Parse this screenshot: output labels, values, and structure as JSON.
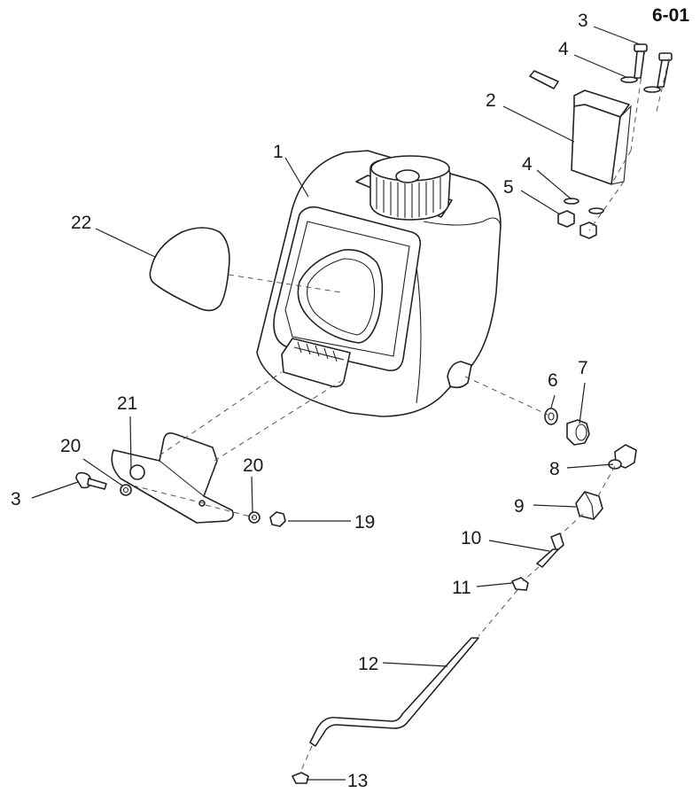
{
  "page_code": "6-01",
  "labels": {
    "l1": "1",
    "l2": "2",
    "l3a": "3",
    "l3b": "3",
    "l4a": "4",
    "l4b": "4",
    "l5": "5",
    "l6": "6",
    "l7": "7",
    "l8": "8",
    "l9": "9",
    "l10": "10",
    "l11": "11",
    "l12": "12",
    "l13": "13",
    "l19": "19",
    "l20a": "20",
    "l20b": "20",
    "l21": "21",
    "l22": "22"
  }
}
